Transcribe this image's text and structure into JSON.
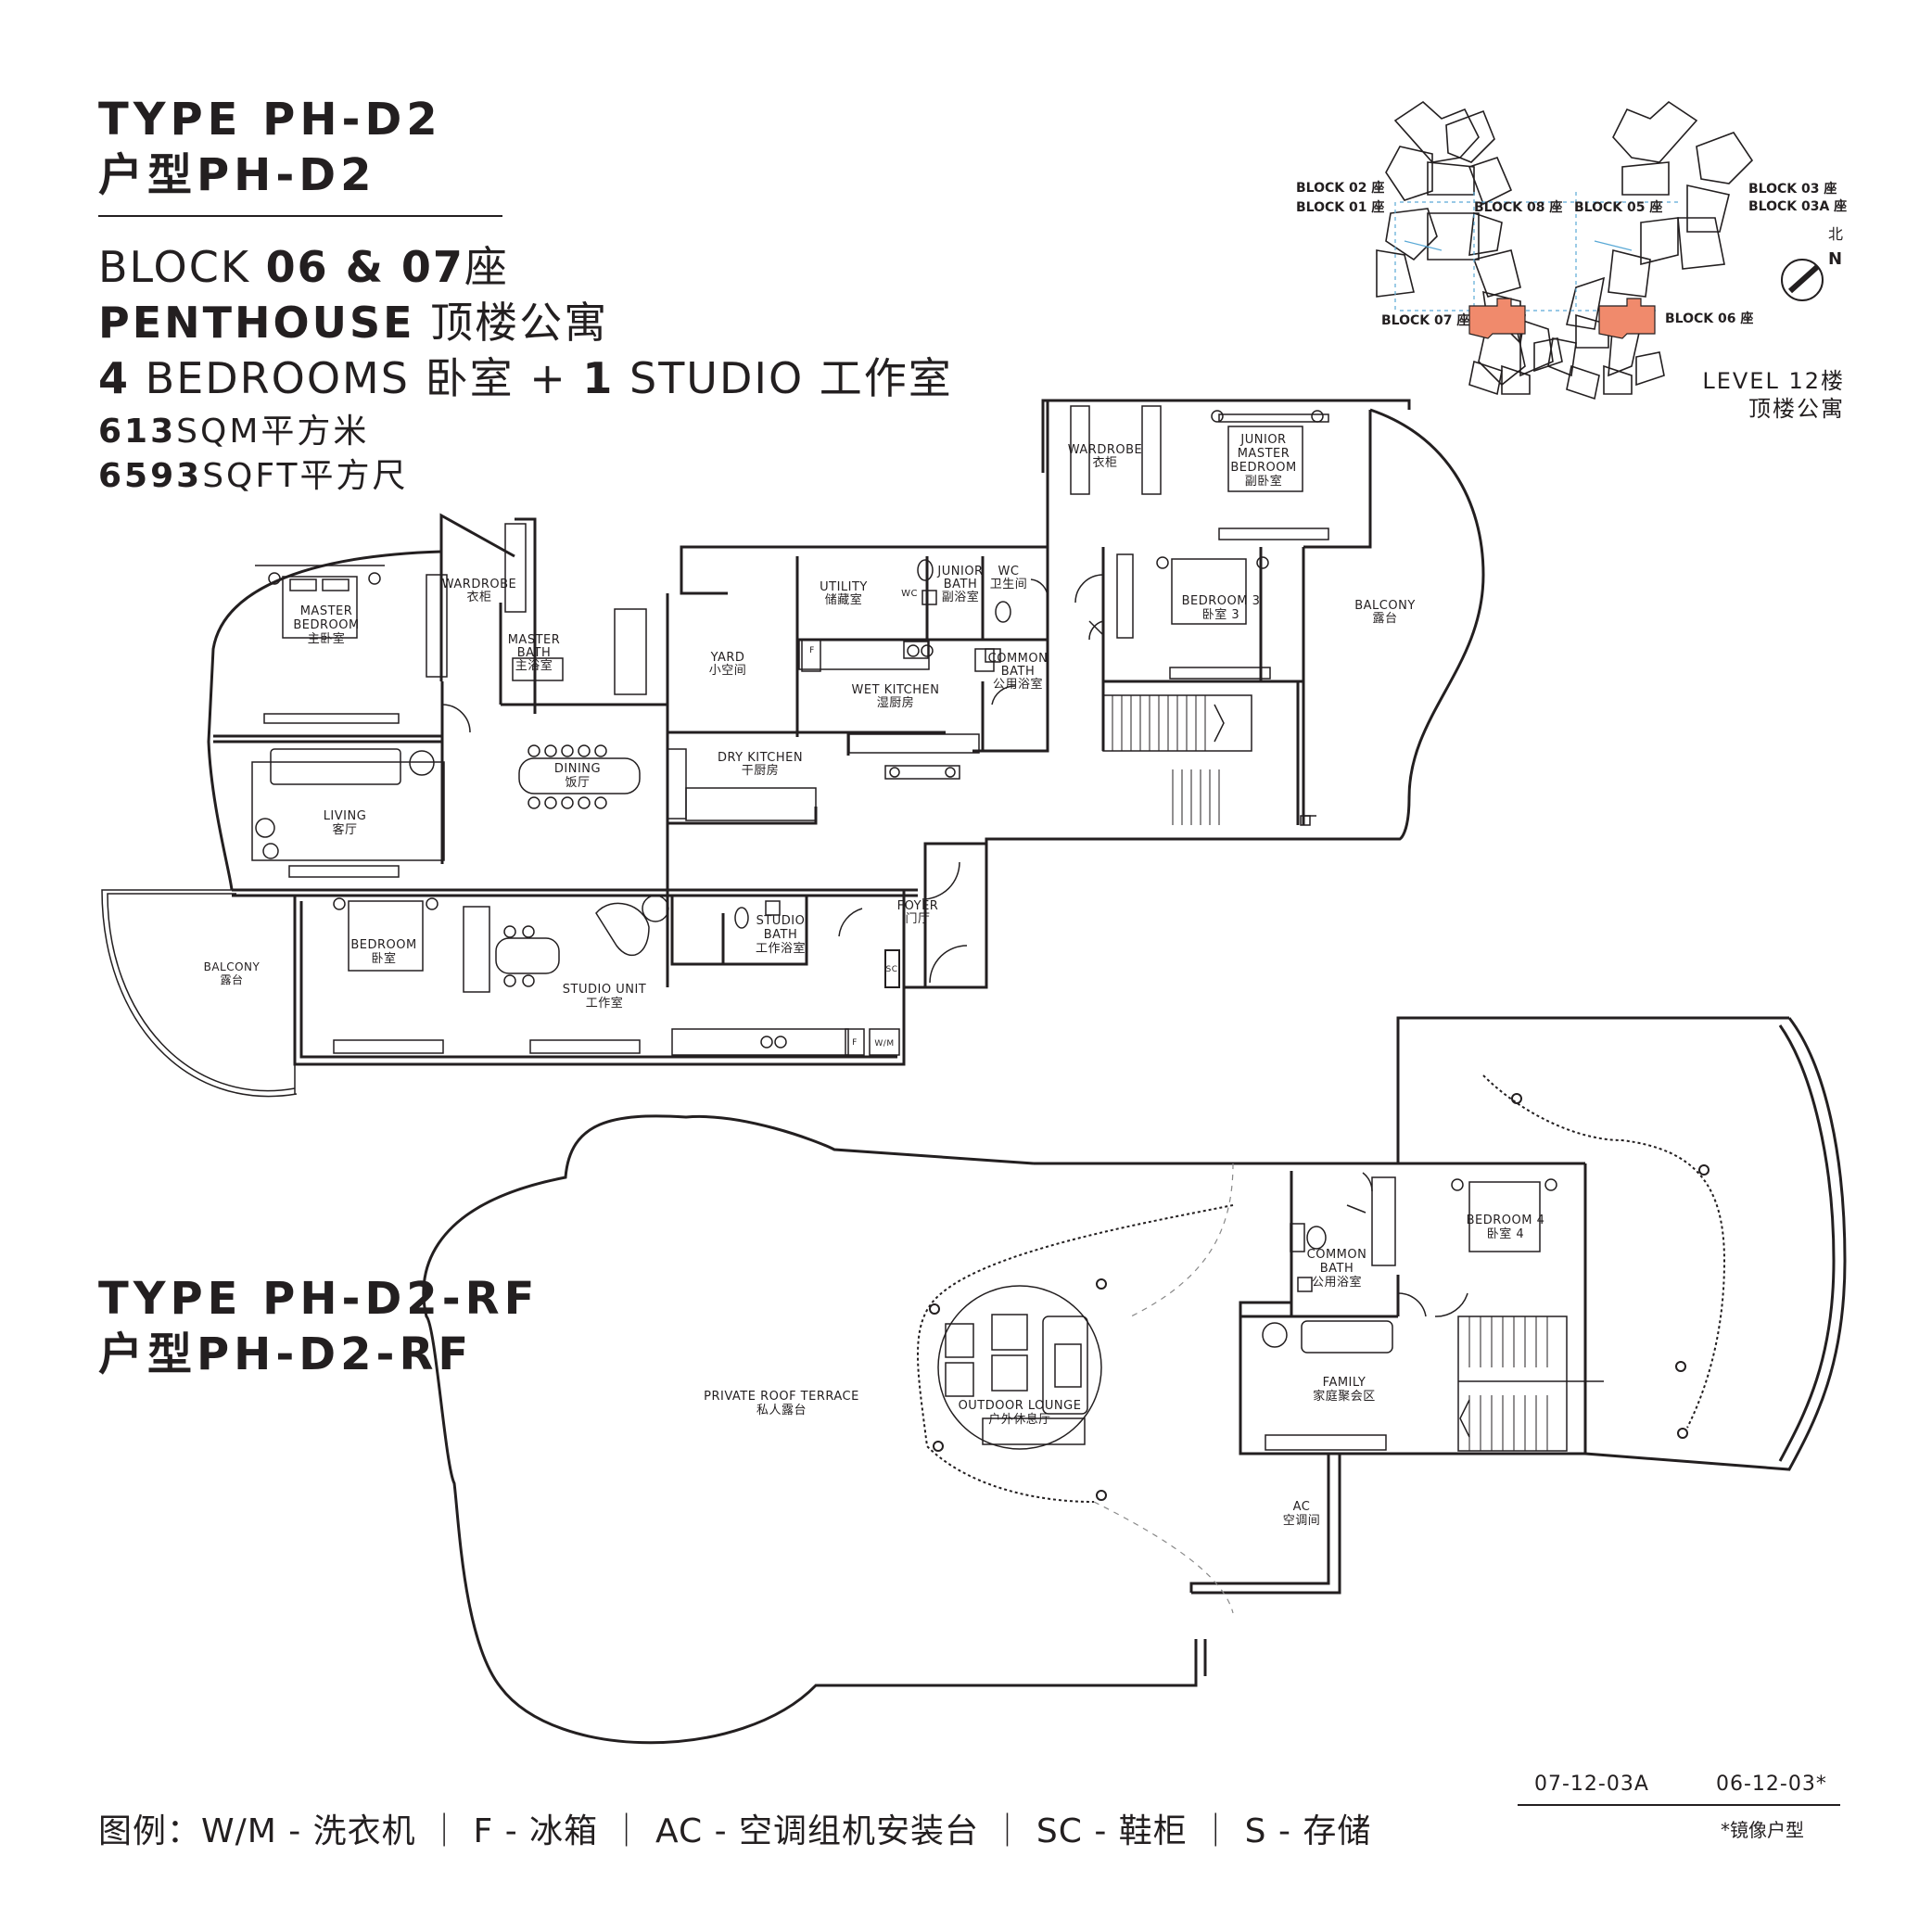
{
  "header": {
    "type_title_en": "TYPE PH-D2",
    "type_title_cn": "户型PH-D2",
    "block_prefix": "BLOCK ",
    "block_numbers": "06 & 07",
    "block_suffix": "座",
    "penthouse_en": "PENTHOUSE",
    "penthouse_cn": " 顶楼公寓",
    "bedrooms_num": "4",
    "bedrooms_text": " BEDROOMS 卧室 + ",
    "studio_num": "1",
    "studio_text": " STUDIO 工作室",
    "sqm_value": "613",
    "sqm_unit": "SQM平方米",
    "sqft_value": "6593",
    "sqft_unit": "SQFT平方尺"
  },
  "roof_title": {
    "en": "TYPE PH-D2-RF",
    "cn": "户型PH-D2-RF"
  },
  "key_plan": {
    "blocks": [
      "BLOCK 02 座",
      "BLOCK 01 座",
      "BLOCK 08 座",
      "BLOCK 05 座",
      "BLOCK 03 座",
      "BLOCK 03A 座",
      "BLOCK 07 座",
      "BLOCK 06 座"
    ],
    "compass_cn": "北",
    "compass_en": "N",
    "level_line1": "LEVEL 12楼",
    "level_line2": "顶楼公寓",
    "highlight_color": "#f08a6c"
  },
  "rooms": {
    "wardrobe_top": [
      "WARDROBE",
      "衣柜"
    ],
    "junior_master": [
      "JUNIOR",
      "MASTER",
      "BEDROOM",
      "副卧室"
    ],
    "balcony_right": [
      "BALCONY",
      "露台"
    ],
    "bedroom3": [
      "BEDROOM 3",
      "卧室 3"
    ],
    "wc": [
      "WC",
      "卫生间"
    ],
    "junior_bath": [
      "JUNIOR",
      "BATH",
      "副浴室"
    ],
    "utility": [
      "UTILITY",
      "储藏室"
    ],
    "common_bath": [
      "COMMON",
      "BATH",
      "公用浴室"
    ],
    "wet_kitchen": [
      "WET KITCHEN",
      "湿厨房"
    ],
    "yard": [
      "YARD",
      "小空间"
    ],
    "dry_kitchen": [
      "DRY KITCHEN",
      "干厨房"
    ],
    "master_bath": [
      "MASTER",
      "BATH",
      "主浴室"
    ],
    "wardrobe_left": [
      "WARDROBE",
      "衣柜"
    ],
    "master_bedroom": [
      "MASTER",
      "BEDROOM",
      "主卧室"
    ],
    "dining": [
      "DINING",
      "饭厅"
    ],
    "living": [
      "LIVING",
      "客厅"
    ],
    "foyer": [
      "FOYER",
      "门厅"
    ],
    "balcony_left": [
      "BALCONY",
      "露台"
    ],
    "bedroom": [
      "BEDROOM",
      "卧室"
    ],
    "studio_bath": [
      "STUDIO",
      "BATH",
      "工作浴室"
    ],
    "studio_unit": [
      "STUDIO UNIT",
      "工作室"
    ],
    "sc": "SC",
    "f1": "F",
    "f2": "F",
    "wm": "W/M",
    "wc_small": "WC"
  },
  "roof_rooms": {
    "terrace": [
      "PRIVATE ROOF TERRACE",
      "私人露台"
    ],
    "outdoor_lounge": [
      "OUTDOOR LOUNGE",
      "户外休息厅"
    ],
    "bedroom4": [
      "BEDROOM 4",
      "卧室 4"
    ],
    "common_bath": [
      "COMMON",
      "BATH",
      "公用浴室"
    ],
    "family": [
      "FAMILY",
      "家庭聚会区"
    ],
    "ac": [
      "AC",
      "空调间"
    ]
  },
  "unit_codes": {
    "code_a": "07-12-03A",
    "code_b": "06-12-03*",
    "mirror_note": "*镜像户型"
  },
  "legend": "图例：W/M - 洗衣机 ｜ F - 冰箱 ｜ AC - 空调组机安装台 ｜ SC - 鞋柜 ｜ S - 存储"
}
